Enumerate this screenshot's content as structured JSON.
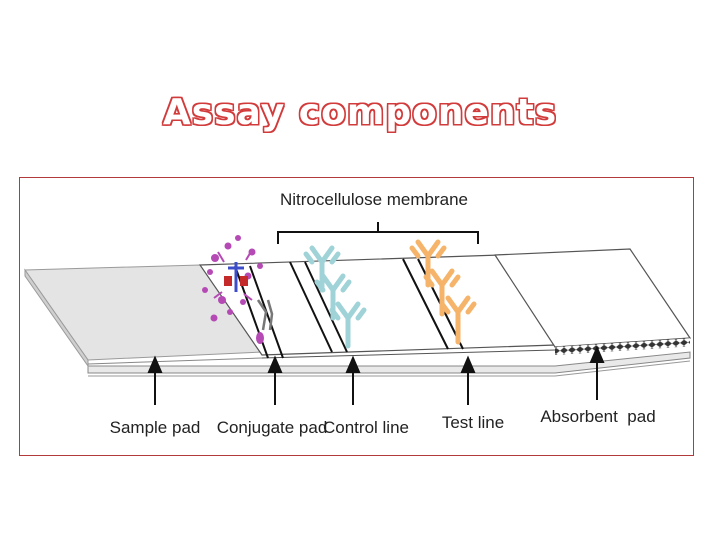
{
  "title": "Assay components",
  "labels": {
    "membrane": "Nitrocellulose membrane",
    "sample_pad": "Sample pad",
    "conjugate_pad": "Conjugate pad",
    "control_line": "Control line",
    "test_line": "Test line",
    "absorbent_pad": "Absorbent  pad"
  },
  "colors": {
    "title_outline": "#d23b3b",
    "frame_border": "#b23a3a",
    "control_antibody": "#9fd3d8",
    "test_antibody": "#f5b46a",
    "conjugate_particles": "#b54ab5"
  }
}
